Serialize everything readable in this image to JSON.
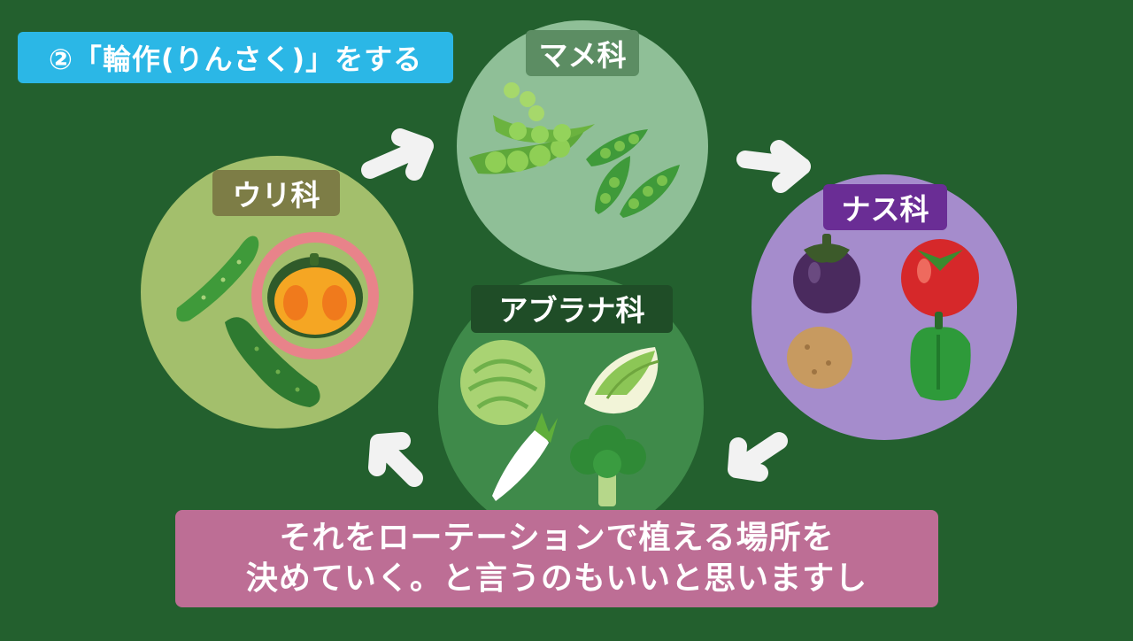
{
  "title": "②「輪作(りんさく)」をする",
  "families": {
    "mame": "マメ科",
    "nasu": "ナス科",
    "aburana": "アブラナ科",
    "uri": "ウリ科"
  },
  "caption": {
    "line1": "それをローテーションで植える場所を",
    "line2": "決めていく。と言うのもいいと思いますし"
  },
  "colors": {
    "background": "#23602e",
    "mame_circle": "#8fbf97",
    "nasu_circle": "#a58ccc",
    "aburana_circle": "#3f8a4a",
    "uri_circle": "#a3bf6c",
    "title_badge": "#2bb7e6",
    "caption_box": "#bd6e95",
    "highlight_ring": "#e8838a",
    "arrow": "#f2f2f2"
  },
  "icons": [
    "pea-pod-icon",
    "eggplant-icon",
    "tomato-icon",
    "potato-icon",
    "bell-pepper-icon",
    "cabbage-icon",
    "napa-cabbage-icon",
    "daikon-icon",
    "broccoli-icon",
    "cucumber-icon",
    "pumpkin-icon",
    "zucchini-icon",
    "cycle-arrow-icon"
  ]
}
